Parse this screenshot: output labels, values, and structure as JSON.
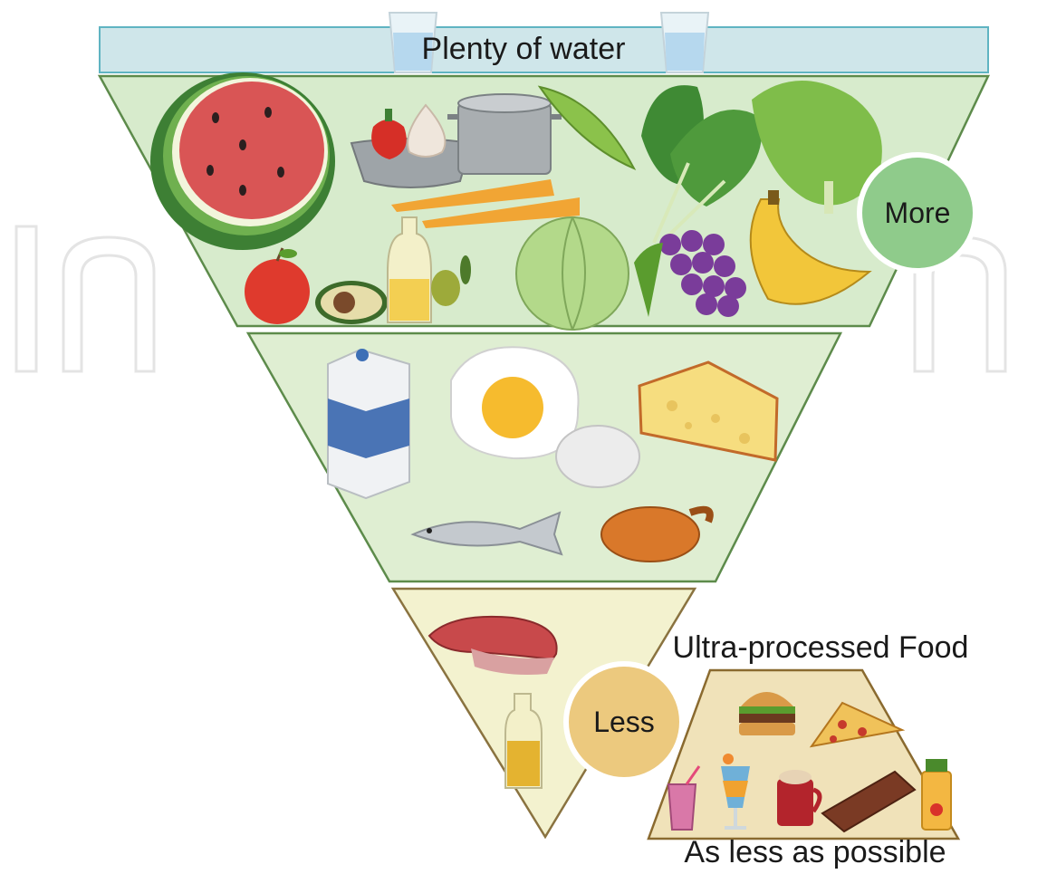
{
  "water_band": {
    "label": "Plenty of water",
    "icons": [
      "water-glass-icon",
      "water-glass-icon"
    ]
  },
  "tiers": [
    {
      "name": "more-tier",
      "badge": "More",
      "color": "#d7ebcc",
      "icons": [
        "watermelon-icon",
        "bell-pepper-icon",
        "garlic-icon",
        "colander-icon",
        "cooking-pot-icon",
        "pea-pod-icon",
        "spinach-icon",
        "lettuce-icon",
        "carrot-icon",
        "olive-oil-bottle-icon",
        "olive-icon",
        "apple-icon",
        "avocado-icon",
        "cabbage-icon",
        "grapes-icon",
        "bananas-icon"
      ]
    },
    {
      "name": "middle-tier",
      "color": "#dfeed2",
      "icons": [
        "milk-carton-icon",
        "fried-egg-icon",
        "egg-icon",
        "cheese-icon",
        "fish-icon",
        "roast-chicken-icon"
      ]
    },
    {
      "name": "less-tier",
      "badge": "Less",
      "color": "#f3f2cf",
      "icons": [
        "red-meat-steak-icon",
        "oil-bottle-icon"
      ]
    }
  ],
  "ultra_processed": {
    "title": "Ultra-processed Food",
    "caption": "As less as possible",
    "color": "#f0e2b9",
    "icons": [
      "burger-icon",
      "pizza-slice-icon",
      "smoothie-icon",
      "cocktail-icon",
      "hot-chocolate-mug-icon",
      "chocolate-bar-icon",
      "juice-bottle-icon"
    ]
  },
  "watermark": "In"
}
